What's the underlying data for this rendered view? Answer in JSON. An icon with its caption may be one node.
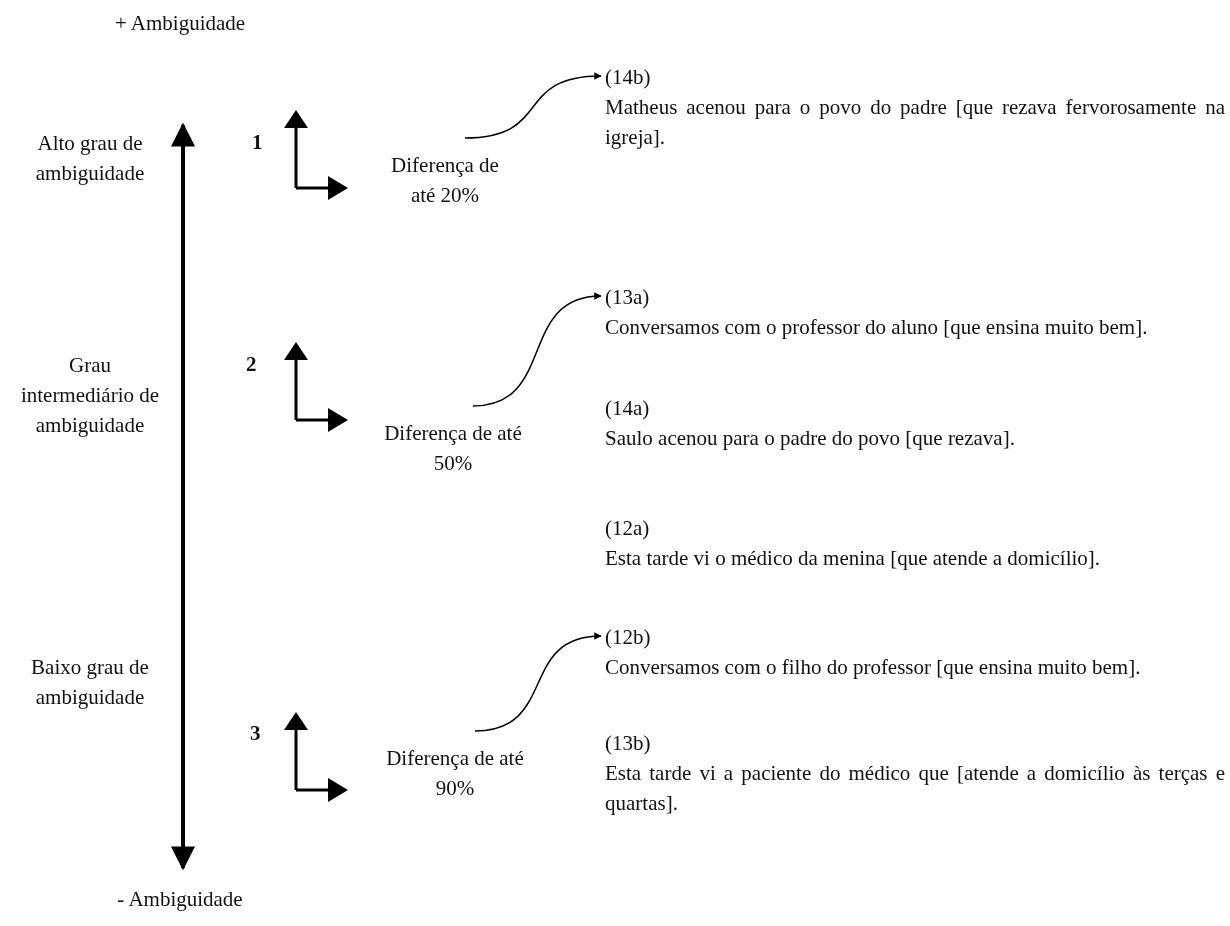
{
  "diagram": {
    "nodes": [
      {
        "text": [
          "Diferença de até 20%"
        ]
      },
      {
        "text": [
          "(14b)",
          "Matheus acenou para o povo do padre [que rezava fervorosamente na igreja]."
        ]
      },
      {
        "text": [
          "(13a)",
          "Conversamos com o professor do aluno [que ensina muito bem]."
        ]
      },
      {
        "text": [
          "Diferença de até 50%"
        ]
      },
      {
        "text": [
          "(14a)",
          "Saulo acenou para o padre do povo [que rezava]."
        ]
      },
      {
        "text": [
          "(12a)",
          "Esta tarde vi o médico da menina [que atende a domicílio]."
        ]
      },
      {
        "text": [
          "(12b)",
          "Conversamos com o filho do professor [que ensina muito bem]."
        ]
      },
      {
        "text": [
          "Diferença de até 90%"
        ]
      },
      {
        "text": [
          "(13b)",
          "Esta tarde vi a paciente do médico que [atende a domicílio às terças e quartas]."
        ]
      }
    ],
    "edges": [
      {
        "from": 0,
        "to": 1,
        "arrow": "to"
      },
      {
        "from": 3,
        "to": 2,
        "arrow": "to"
      },
      {
        "from": 7,
        "to": 6,
        "arrow": "to"
      }
    ],
    "labels": [
      "+ Ambiguidade",
      "Alto grau de ambiguidade",
      "1",
      "Grau intermediário de ambiguidade",
      "2",
      "Baixo grau de ambiguidade",
      "3",
      "- Ambiguidade"
    ]
  }
}
